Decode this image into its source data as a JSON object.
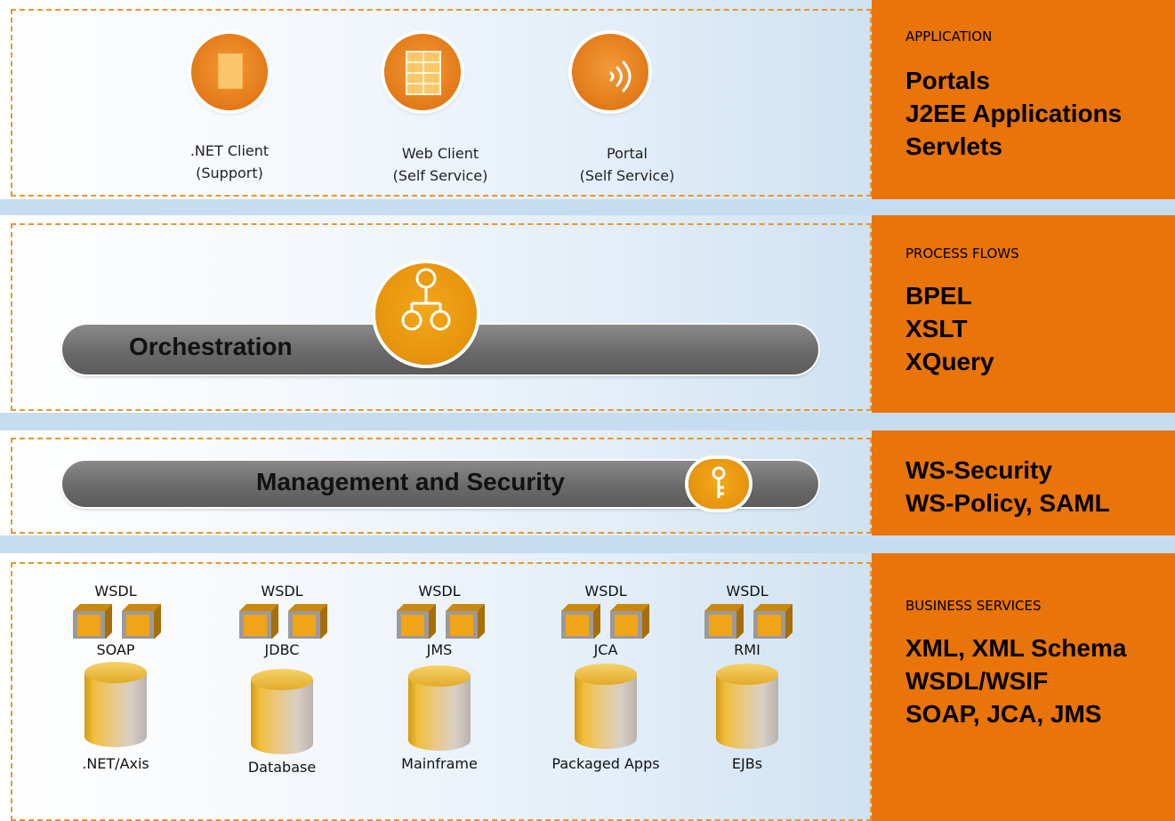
{
  "application": {
    "heading": "APPLICATION",
    "items": [
      "Portals",
      "J2EE Applications",
      "Servlets"
    ],
    "clients": [
      {
        "line1": ".NET Client",
        "line2": "(Support)",
        "icon": "document-icon"
      },
      {
        "line1": "Web Client",
        "line2": "(Self Service)",
        "icon": "grid-icon"
      },
      {
        "line1": "Portal",
        "line2": "(Self Service)",
        "icon": "wireless-icon"
      }
    ]
  },
  "process": {
    "heading": "PROCESS FLOWS",
    "items": [
      "BPEL",
      "XSLT",
      "XQuery"
    ],
    "bar_label": "Orchestration"
  },
  "security": {
    "items": [
      "WS-Security",
      "WS-Policy, SAML"
    ],
    "bar_label": "Management and Security"
  },
  "business": {
    "heading": "BUSINESS SERVICES",
    "items": [
      "XML, XML Schema",
      "WSDL/WSIF",
      "SOAP, JCA, JMS"
    ],
    "services": [
      {
        "top": "WSDL",
        "protocol": "SOAP",
        "name": ".NET/Axis"
      },
      {
        "top": "WSDL",
        "protocol": "JDBC",
        "name": "Database"
      },
      {
        "top": "WSDL",
        "protocol": "JMS",
        "name": "Mainframe"
      },
      {
        "top": "WSDL",
        "protocol": "JCA",
        "name": "Packaged Apps"
      },
      {
        "top": "WSDL",
        "protocol": "RMI",
        "name": "EJBs"
      }
    ]
  },
  "colors": {
    "accent": "#e8740a",
    "bar": "#6e6e6e",
    "background": "#c6dcf0",
    "dash": "#e8962e"
  }
}
